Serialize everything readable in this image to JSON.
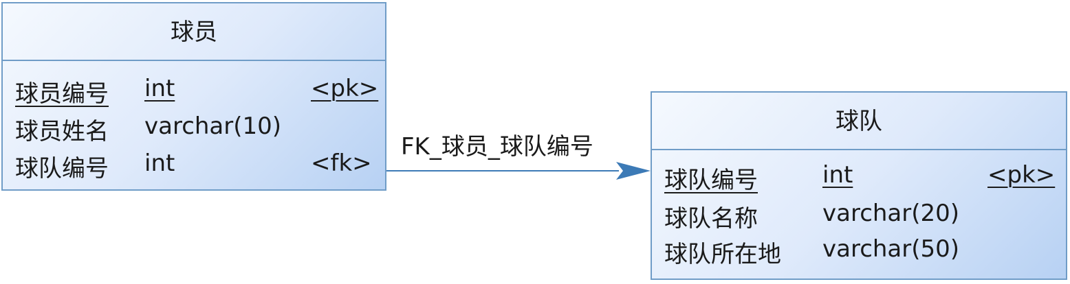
{
  "entities": [
    {
      "name": "球员",
      "columns": [
        {
          "name": "球员编号",
          "type": "int",
          "key": "<pk>",
          "underline": true
        },
        {
          "name": "球员姓名",
          "type": "varchar(10)",
          "key": "",
          "underline": false
        },
        {
          "name": "球队编号",
          "type": "int",
          "key": "<fk>",
          "underline": false
        }
      ]
    },
    {
      "name": "球队",
      "columns": [
        {
          "name": "球队编号",
          "type": "int",
          "key": "<pk>",
          "underline": true
        },
        {
          "name": "球队名称",
          "type": "varchar(20)",
          "key": "",
          "underline": false
        },
        {
          "name": "球队所在地",
          "type": "varchar(50)",
          "key": "",
          "underline": false
        }
      ]
    }
  ],
  "relationship": {
    "label": "FK_球员_球队编号",
    "line_color": "#3c7ab6"
  },
  "colors": {
    "border": "#6f9cc7",
    "fill_light": "#f5f9fe",
    "fill_dark": "#b7d1f3"
  }
}
